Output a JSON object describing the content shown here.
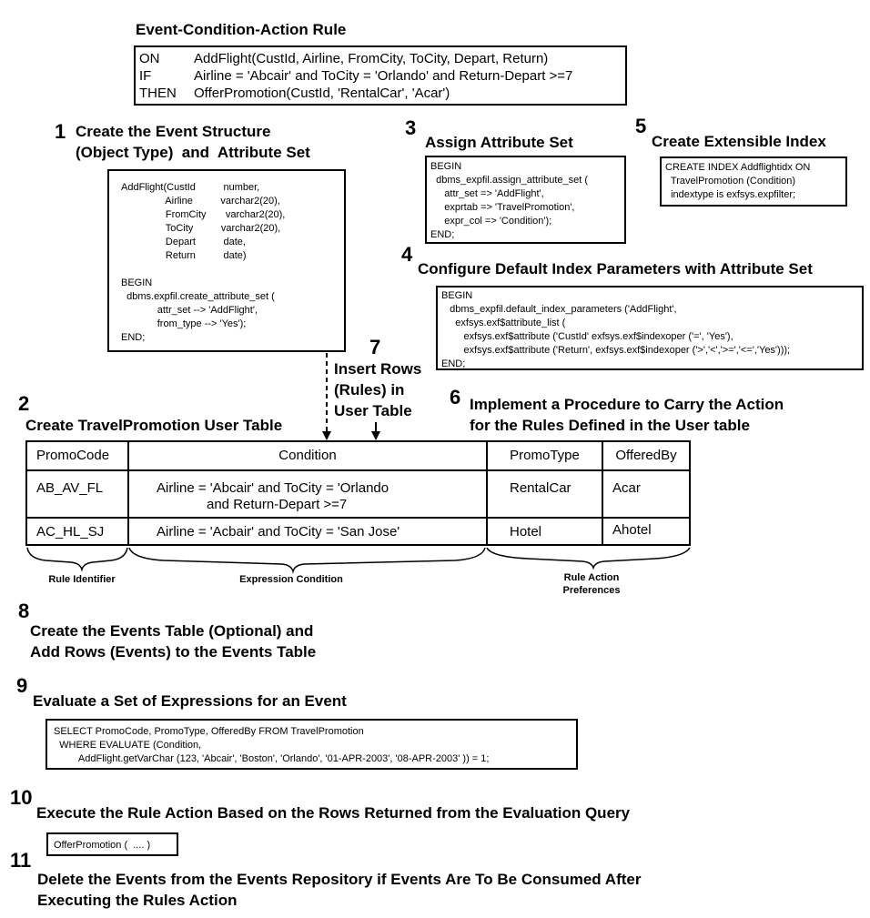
{
  "eca": {
    "title": "Event-Condition-Action Rule",
    "rows": [
      {
        "kw": "ON",
        "text": "AddFlight(CustId, Airline, FromCity, ToCity, Depart, Return)"
      },
      {
        "kw": "IF",
        "text": "Airline = 'Abcair' and ToCity = 'Orlando' and Return-Depart >=7"
      },
      {
        "kw": "THEN",
        "text": "OfferPromotion(CustId, 'RentalCar', 'Acar')"
      }
    ]
  },
  "steps": {
    "s1": {
      "num": "1",
      "title": "Create the Event Structure\n(Object Type)  and  Attribute Set",
      "code": "AddFlight(CustId          number,\n                Airline          varchar2(20),\n                FromCity       varchar2(20),\n                ToCity          varchar2(20),\n                Depart          date,\n                Return          date)\n\nBEGIN\n  dbms.expfil.create_attribute_set (\n             attr_set --> 'AddFlight',\n             from_type --> 'Yes');\nEND;"
    },
    "s2": {
      "num": "2",
      "title": "Create TravelPromotion User Table"
    },
    "s3": {
      "num": "3",
      "title": "Assign Attribute Set",
      "code": "BEGIN\n  dbms_expfil.assign_attribute_set (\n     attr_set => 'AddFlight',\n     exprtab => 'TravelPromotion',\n     expr_col => 'Condition');\nEND;"
    },
    "s4": {
      "num": "4",
      "title": "Configure Default Index Parameters with Attribute Set",
      "code": "BEGIN\n   dbms_expfil.default_index_parameters ('AddFlight',\n     exfsys.exf$attribute_list (\n        exfsys.exf$attribute ('CustId' exfsys.exf$indexoper ('=', 'Yes'),\n        exfsys.exf$attribute ('Return', exfsys.exf$indexoper ('>','<','>=','<=','Yes')));\nEND;"
    },
    "s5": {
      "num": "5",
      "title": "Create Extensible Index",
      "code": "CREATE INDEX Addflightidx ON\n  TravelPromotion (Condition)\n  indextype is exfsys.expfilter;"
    },
    "s6": {
      "num": "6",
      "title": "Implement a Procedure to Carry the Action\nfor the Rules Defined in the User table"
    },
    "s7": {
      "num": "7",
      "title": "Insert Rows\n(Rules) in\nUser Table"
    },
    "s8": {
      "num": "8",
      "title": "Create the Events Table (Optional) and\nAdd Rows (Events) to the Events Table"
    },
    "s9": {
      "num": "9",
      "title": "Evaluate a Set of Expressions for an Event",
      "code": "SELECT PromoCode, PromoType, OfferedBy FROM TravelPromotion\n  WHERE EVALUATE (Condition,\n         AddFlight.getVarChar (123, 'Abcair', 'Boston', 'Orlando', '01-APR-2003', '08-APR-2003' )) = 1;"
    },
    "s10": {
      "num": "10",
      "title": "Execute the Rule Action Based on the Rows Returned from the Evaluation Query",
      "code": "OfferPromotion (  .... )"
    },
    "s11": {
      "num": "11",
      "title": "Delete the Events from the Events Repository if Events Are To Be Consumed After\nExecuting the Rules Action"
    }
  },
  "user_table": {
    "headers": [
      "PromoCode",
      "Condition",
      "PromoType",
      "OfferedBy"
    ],
    "rows": [
      {
        "promo_code": "AB_AV_FL",
        "condition_line1": "Airline = 'Abcair' and ToCity = 'Orlando",
        "condition_line2": "and Return-Depart >=7",
        "promo_type": "RentalCar",
        "offered_by": "Acar"
      },
      {
        "promo_code": "AC_HL_SJ",
        "condition_line1": "Airline = 'Acbair' and ToCity = 'San Jose'",
        "condition_line2": "",
        "promo_type": "Hotel",
        "offered_by": "Ahotel"
      }
    ]
  },
  "braces": {
    "rule_identifier": "Rule Identifier",
    "expression_condition": "Expression Condition",
    "rule_action_preferences": "Rule Action\nPreferences"
  }
}
